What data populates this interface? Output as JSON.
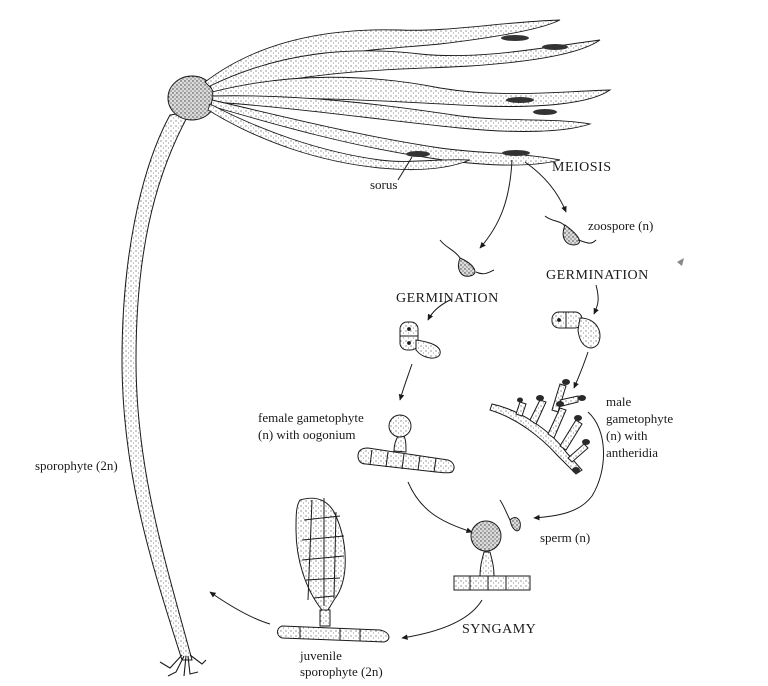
{
  "labels": {
    "sorus": "sorus",
    "meiosis": "MEIOSIS",
    "zoospore": "zoospore (n)",
    "germination_left": "GERMINATION",
    "germination_right": "GERMINATION",
    "female_line1": "female gametophyte",
    "female_line2": "(n) with oogonium",
    "male_line1": "male",
    "male_line2": "gametophyte",
    "male_line3": "(n) with",
    "male_line4": "antheridia",
    "sporophyte": "sporophyte (2n)",
    "sperm": "sperm (n)",
    "syngamy": "SYNGAMY",
    "juvenile_line1": "juvenile",
    "juvenile_line2": "sporophyte (2n)"
  },
  "colors": {
    "ink": "#1a1a1a",
    "stipple": "#8a8a8a",
    "paper": "#ffffff"
  }
}
